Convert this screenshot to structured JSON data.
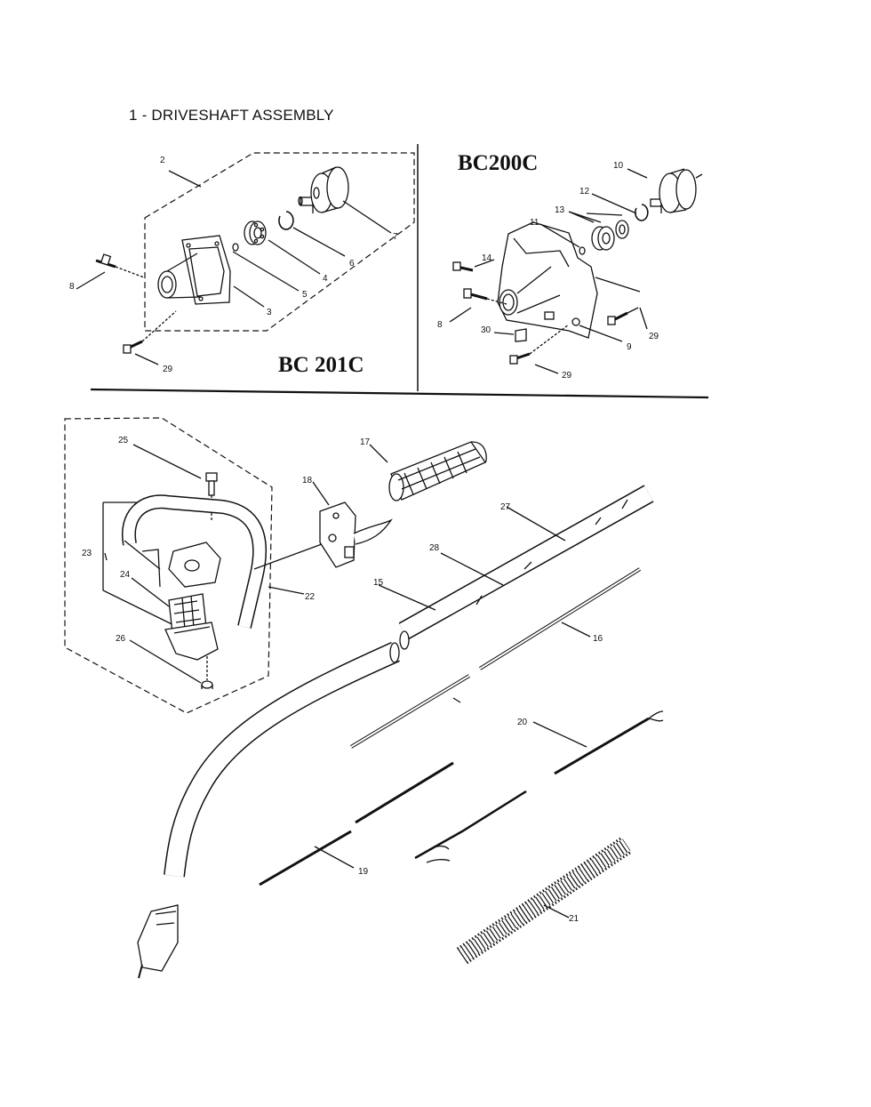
{
  "diagram": {
    "title": "1 - DRIVESHAFT ASSEMBLY",
    "models": {
      "left": "BC 201C",
      "right": "BC200C"
    },
    "part_numbers": {
      "p2": "2",
      "p3": "3",
      "p4": "4",
      "p5": "5",
      "p6": "6",
      "p7": "7",
      "p8a": "8",
      "p8b": "8",
      "p9": "9",
      "p10": "10",
      "p11": "11",
      "p12": "12",
      "p13": "13",
      "p14": "14",
      "p15": "15",
      "p16": "16",
      "p17": "17",
      "p18": "18",
      "p19": "19",
      "p20": "20",
      "p21": "21",
      "p22": "22",
      "p23": "23",
      "p24": "24",
      "p25": "25",
      "p26": "26",
      "p27": "27",
      "p28": "28",
      "p29a": "29",
      "p29b": "29",
      "p29c": "29",
      "p30": "30"
    }
  }
}
